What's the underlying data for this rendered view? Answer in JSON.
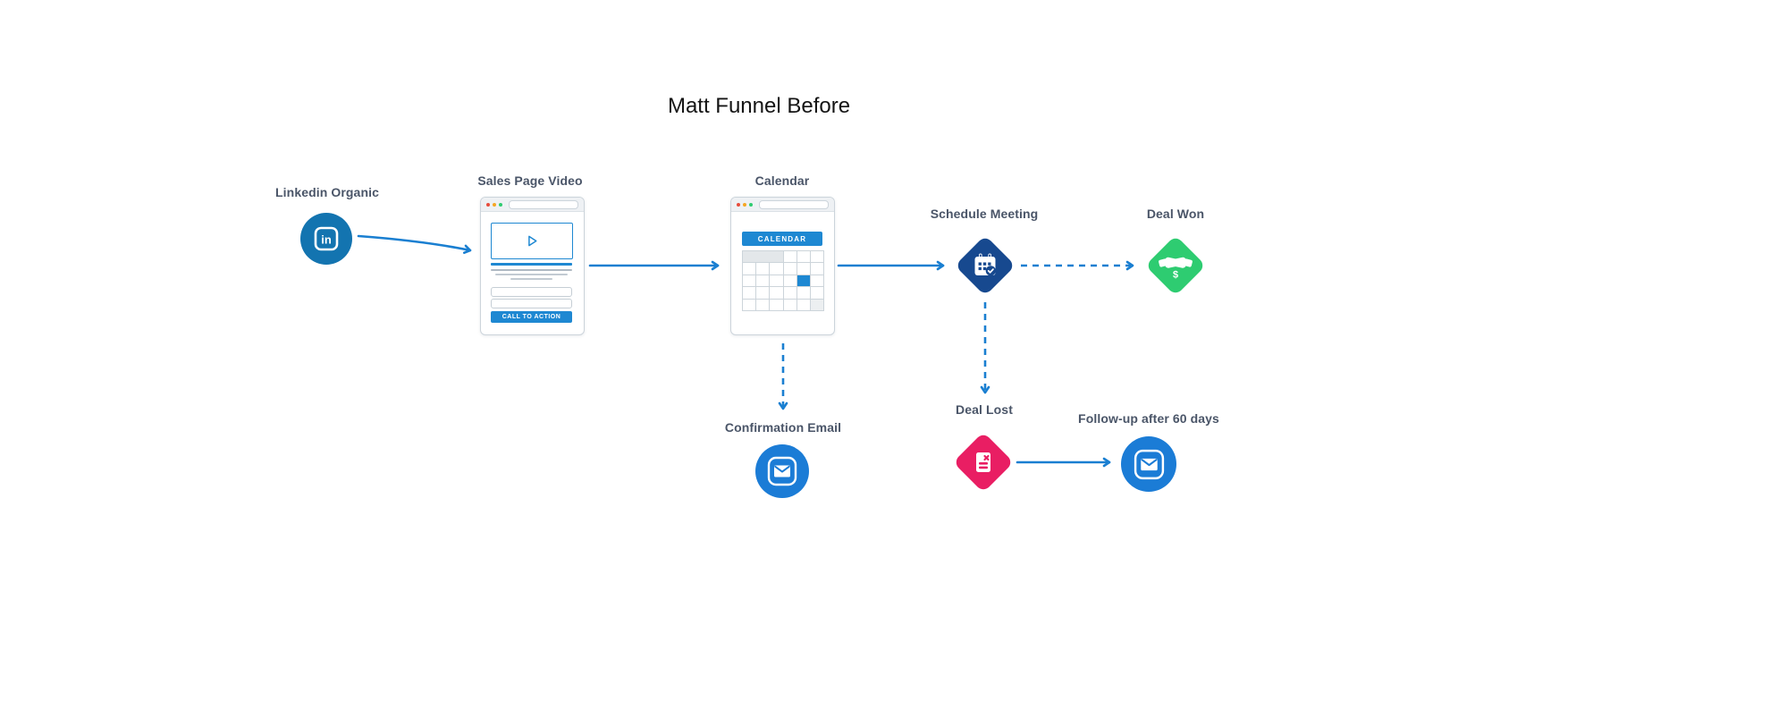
{
  "title": "Matt Funnel Before",
  "nodes": {
    "linkedin": {
      "label": "Linkedin Organic"
    },
    "sales_page": {
      "label": "Sales Page Video",
      "cta": "CALL TO ACTION"
    },
    "calendar": {
      "label": "Calendar",
      "header": "CALENDAR"
    },
    "schedule_meeting": {
      "label": "Schedule Meeting"
    },
    "deal_won": {
      "label": "Deal Won"
    },
    "confirmation_email": {
      "label": "Confirmation Email"
    },
    "deal_lost": {
      "label": "Deal Lost"
    },
    "followup": {
      "label": "Follow-up after 60 days"
    }
  },
  "glyphs": {
    "linkedin": "in",
    "dollar": "$"
  },
  "calendar_grid": {
    "cols": 6,
    "rows": 5,
    "merged_gray": {
      "row": 1,
      "col_start": 1,
      "col_span": 3
    },
    "blue_cell": {
      "row": 3,
      "col": 5
    },
    "gray_cell": {
      "row": 5,
      "col": 6
    }
  },
  "colors": {
    "connector": "#1a7fd1",
    "linkedin_blue": "#1374b0",
    "email_blue": "#1b7cd6",
    "navy": "#17498f",
    "green": "#2ecc71",
    "pink": "#e91e63",
    "ui_blue": "#1e88d2",
    "label": "#4a5568"
  }
}
